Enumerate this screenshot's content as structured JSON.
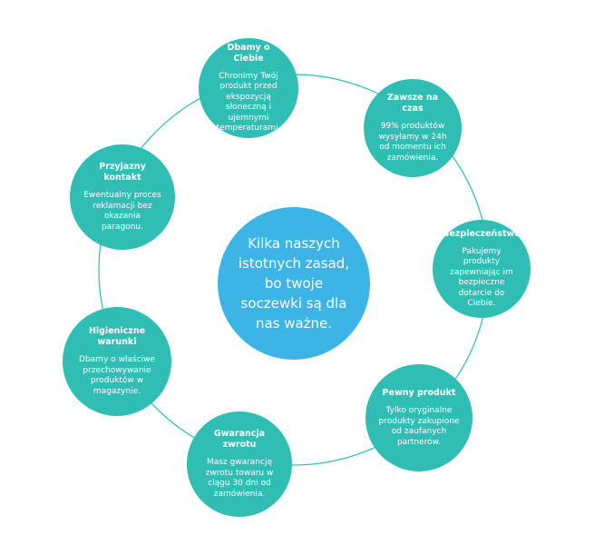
{
  "center": {
    "text": "Kilka naszych istotnych zasad, bo twoje soczewki są dla nas ważne."
  },
  "colors": {
    "node": "#2fbdb4",
    "center": "#3cb4e6",
    "ring": "#2fbdb4"
  },
  "nodes": [
    {
      "title": "Dbamy o Ciebie",
      "text": "Chronimy Twój produkt przed ekspozycją słoneczną i ujemnymi temperaturami."
    },
    {
      "title": "Zawsze na czas",
      "text": "99% produktów wysyłamy w 24h od momentu ich zamówienia."
    },
    {
      "title": "Bezpieczeństwo",
      "text": "Pakujemy produkty zapewniając im bezpieczne dotarcie do Ciebie."
    },
    {
      "title": "Pewny produkt",
      "text": "Tylko oryginalne produkty zakupione od zaufanych partnerów."
    },
    {
      "title": "Gwarancja zwrotu",
      "text": "Masz gwarancję zwrotu towaru w ciągu 30 dni od zamówienia."
    },
    {
      "title": "Higieniczne warunki",
      "text": "Dbamy o właściwe przechowywanie produktów w magazynie."
    },
    {
      "title": "Przyjazny kontakt",
      "text": "Ewentualny proces reklamacji bez okazania paragonu."
    }
  ]
}
